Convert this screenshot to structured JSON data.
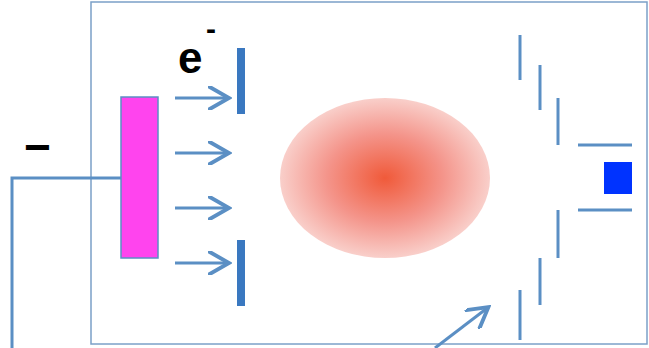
{
  "diagram": {
    "labels": [
      "e",
      "-",
      "−"
    ]
  }
}
